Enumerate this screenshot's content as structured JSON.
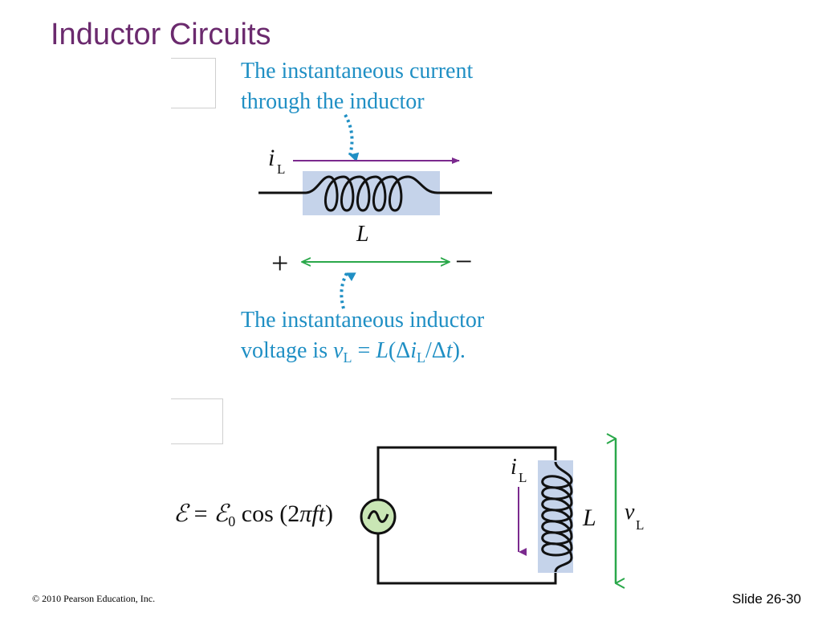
{
  "slide": {
    "title": "Inductor Circuits",
    "copyright": "© 2010 Pearson Education, Inc.",
    "slide_number": "Slide 26-30"
  },
  "top_figure": {
    "caption_current_line1": "The instantaneous current",
    "caption_current_line2": "through the inductor",
    "current_symbol": "i",
    "current_subscript": "L",
    "inductor_label": "L",
    "plus_sign": "+",
    "minus_sign": "−",
    "caption_voltage_line1": "The instantaneous inductor",
    "caption_voltage_line2_prefix": "voltage is ",
    "voltage_symbol": "v",
    "voltage_subscript": "L",
    "equation_rest_1": " = ",
    "equation_L": "L",
    "equation_open": "(Δ",
    "equation_i": "i",
    "equation_i_sub": "L",
    "equation_slash": "/Δ",
    "equation_t": "t",
    "equation_close": ")."
  },
  "bottom_figure": {
    "emf_equation_lhs": "ℰ",
    "emf_equals": " = ",
    "emf_amplitude": "ℰ",
    "emf_amplitude_sub": "0",
    "emf_cos": " cos (2",
    "emf_pi": "π",
    "emf_ft": "ft",
    "emf_close": ")",
    "current_symbol": "i",
    "current_subscript": "L",
    "inductor_label": "L",
    "voltage_symbol": "v",
    "voltage_subscript": "L",
    "ac_source_glyph": "∼"
  },
  "colors": {
    "title": "#6b2a6e",
    "caption": "#1f8fc4",
    "current_arrow": "#7b2a8e",
    "voltage_arrow": "#2aa84a",
    "inductor_box": "#c5d3ea",
    "source_fill": "#c9e6b5"
  }
}
